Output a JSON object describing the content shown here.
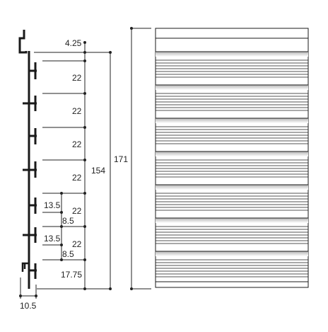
{
  "colors": {
    "line": "#1a1a1a",
    "dim": "#222222",
    "panel_dark": "#b5b5b5",
    "panel_light": "#ffffff"
  },
  "dimensions": {
    "top_offset": "4.25",
    "pitches": [
      "22",
      "22",
      "22",
      "22",
      "22",
      "22"
    ],
    "sub_a_1": "13.5",
    "sub_b_1": "8.5",
    "sub_a_2": "13.5",
    "sub_b_2": "8.5",
    "bottom_offset": "17.75",
    "effective_height": "154",
    "total_height": "171",
    "thickness": "10.5"
  }
}
